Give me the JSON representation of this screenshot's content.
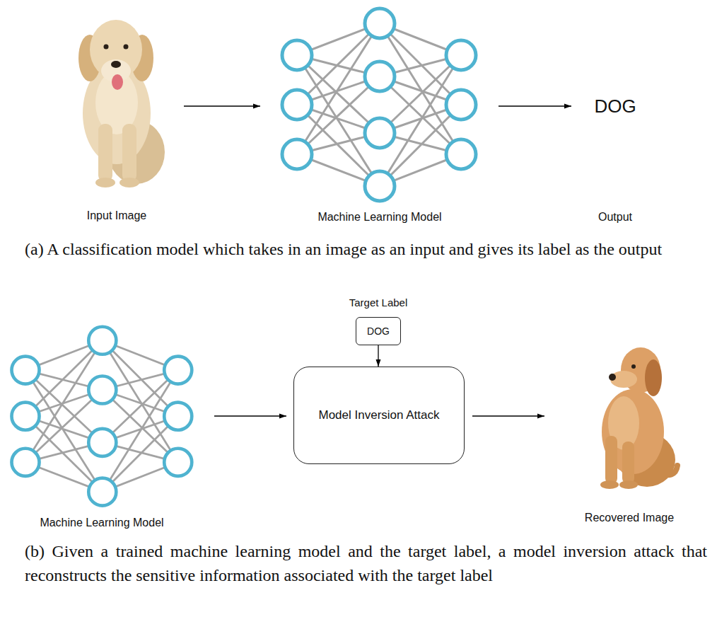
{
  "diagram": {
    "nodes": [
      {
        "text": [
          "Input Image"
        ]
      },
      {
        "text": [
          "Machine Learning Model"
        ]
      },
      {
        "text": [
          "DOG",
          "Output"
        ]
      },
      {
        "text": [
          "Machine Learning Model"
        ]
      },
      {
        "text": [
          "Target Label",
          "DOG"
        ]
      },
      {
        "text": [
          "Model Inversion Attack"
        ]
      },
      {
        "text": [
          "Recovered Image"
        ]
      }
    ],
    "edges": [
      {
        "from": 0,
        "to": 1,
        "arrow": "to"
      },
      {
        "from": 1,
        "to": 2,
        "arrow": "to"
      },
      {
        "from": 3,
        "to": 5,
        "arrow": "to"
      },
      {
        "from": 4,
        "to": 5,
        "arrow": "to"
      },
      {
        "from": 5,
        "to": 6,
        "arrow": "to"
      }
    ],
    "labels": [
      "(a) A classification model which takes in an image as an input and gives its label as the output",
      "(b) Given a trained machine learning model and the target label, a model inversion attack that reconstructs the sensitive information associated with the target label"
    ]
  }
}
